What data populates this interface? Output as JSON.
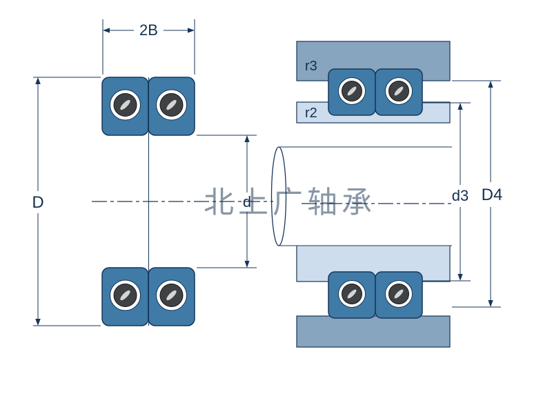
{
  "figure": {
    "type": "technical-diagram",
    "subject": "Double-row angular contact ball bearing: cross-section view and shaft/housing mounting view"
  },
  "labels": {
    "width_2b": "2B",
    "outer_diameter": "D",
    "bore_diameter": "d",
    "fillet_r3": "r3",
    "fillet_r2": "r2",
    "shoulder_d3": "d3",
    "housing_d4": "D4"
  },
  "watermark": {
    "text": "北上广轴承"
  },
  "colors": {
    "ring": "#3f7ba6",
    "housing": "#87a5be",
    "sleeve": "#cddded",
    "outline": "#16365a",
    "dimension": "#14304f",
    "ball": "#3e4244",
    "background": "#ffffff",
    "watermark_gray": "#9aa1a8"
  }
}
